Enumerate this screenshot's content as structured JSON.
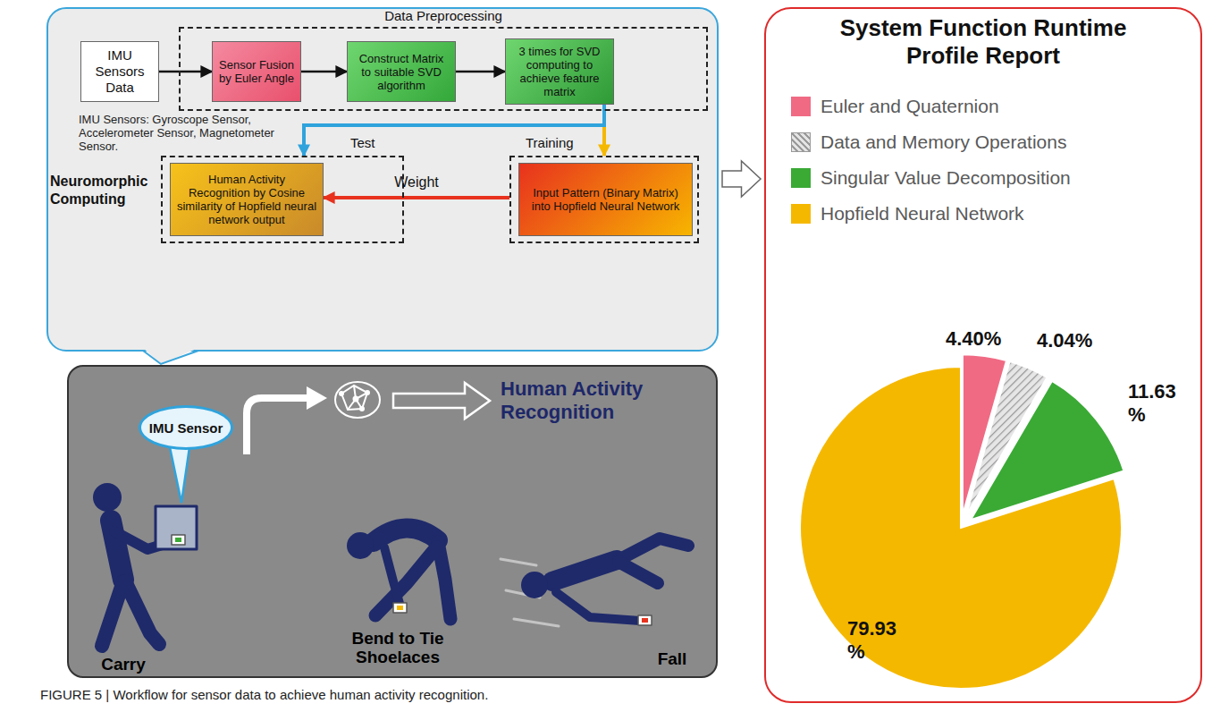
{
  "diagram": {
    "caption": "FIGURE 5 | Workflow for sensor data to achieve human activity recognition.",
    "nodes": [
      {
        "text": [
          "Neuromorphic Computing"
        ]
      },
      {
        "text": [
          "Data Preprocessing"
        ],
        "in": 0
      },
      {
        "text": [
          "IMU Sensors Data"
        ],
        "in": 0
      },
      {
        "text": [
          "Sensor Fusion by Euler Angle"
        ],
        "in": 1
      },
      {
        "text": [
          "Construct Matrix to suitable SVD algorithm"
        ],
        "in": 1
      },
      {
        "text": [
          "3 times for SVD computing to achieve feature matrix"
        ],
        "in": 1
      },
      {
        "text": [
          "Test"
        ],
        "in": 0
      },
      {
        "text": [
          "Human Activity Recognition by Cosine similarity of Hopfield neural network output"
        ],
        "in": 6
      },
      {
        "text": [
          "Training"
        ],
        "in": 0
      },
      {
        "text": [
          "Input Pattern (Binary Matrix) into Hopfield Neural Network"
        ],
        "in": 8
      },
      {
        "text": [
          "Human Activity Recognition"
        ]
      },
      {
        "text": [
          "IMU Sensor"
        ],
        "in": 10
      },
      {
        "text": [
          "System Function Runtime Profile Report"
        ]
      }
    ],
    "edges": [
      {
        "from": 2,
        "to": 3,
        "arrow": "to"
      },
      {
        "from": 3,
        "to": 4,
        "arrow": "to"
      },
      {
        "from": 4,
        "to": 5,
        "arrow": "to"
      },
      {
        "from": 5,
        "to": 8,
        "arrow": "to"
      },
      {
        "from": 5,
        "to": 6,
        "arrow": "to"
      },
      {
        "from": 8,
        "to": 7,
        "label": "Weight",
        "arrow": "to"
      },
      {
        "from": 0,
        "to": 12,
        "arrow": "to"
      }
    ],
    "labels": [
      "IMU Sensors: Gyroscope Sensor, Accelerometer Sensor, Magnetometer Sensor.",
      "Carry",
      "Bend to Tie Shoelaces",
      "Fall",
      "4.40%",
      "4.04%",
      "11.63 %",
      "79.93 %"
    ],
    "legend": [
      {
        "text": "Euler and Quaternion",
        "color": "#f06a84"
      },
      {
        "text": "Data and Memory Operations"
      },
      {
        "text": "Singular Value Decomposition",
        "color": "#3aaa35"
      },
      {
        "text": "Hopfield Neural Network",
        "color": "#f5b800"
      }
    ]
  }
}
